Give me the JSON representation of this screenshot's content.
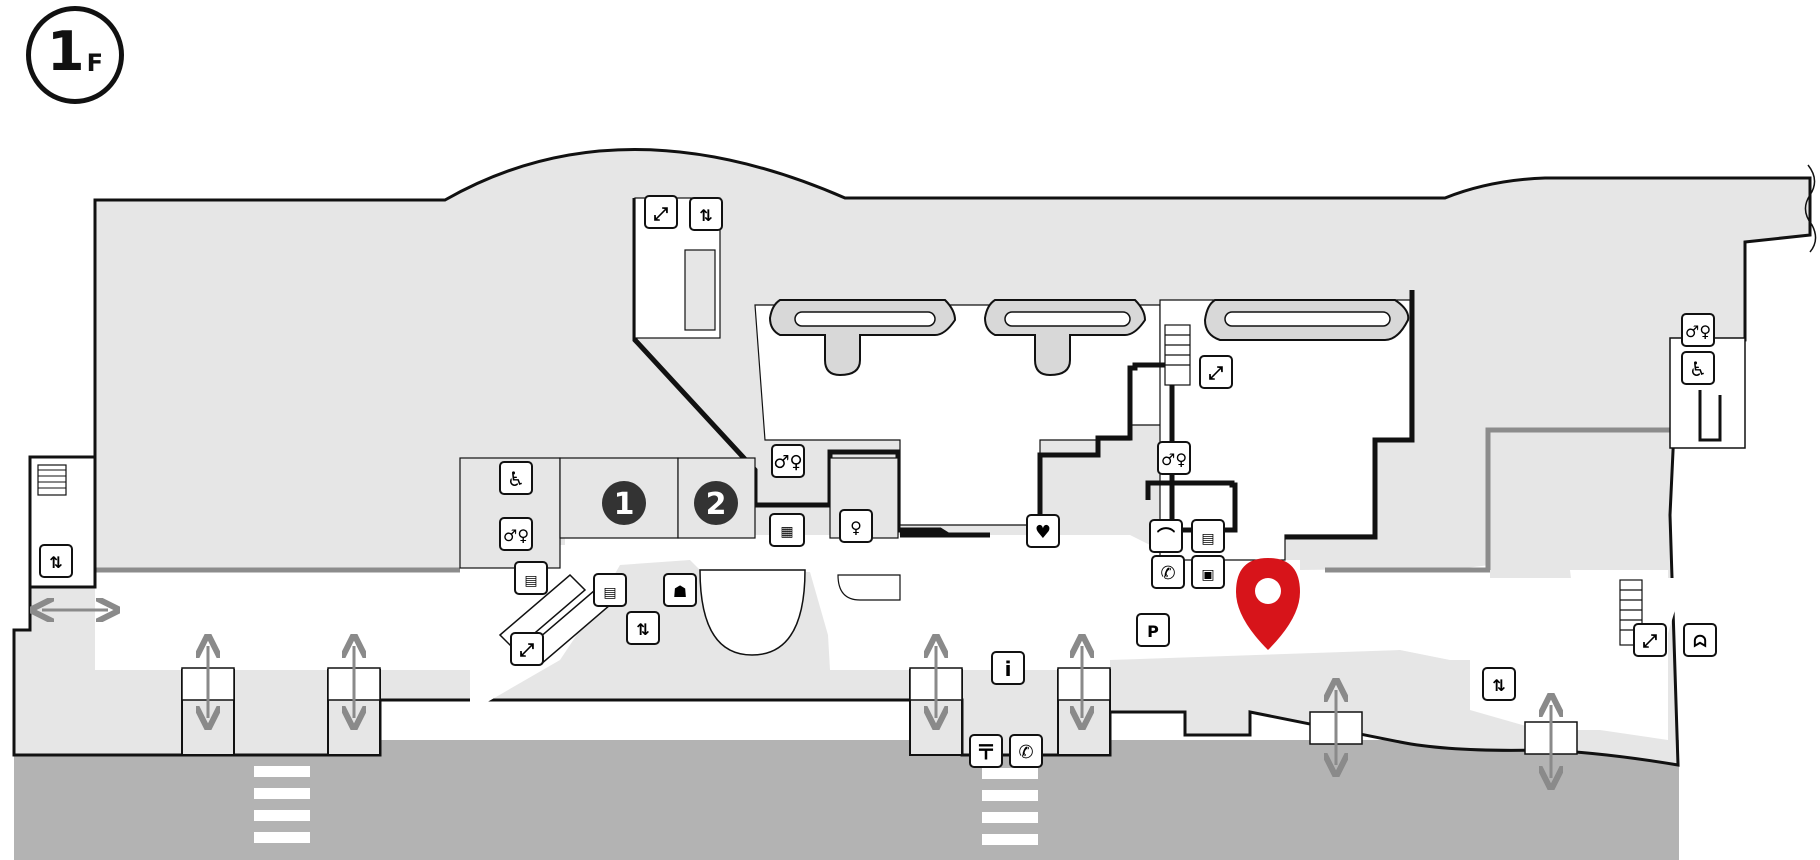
{
  "floor": {
    "number": "1",
    "letter": "F"
  },
  "zones": [
    {
      "label": "1"
    },
    {
      "label": "2"
    }
  ],
  "colors": {
    "floor_fill": "#e6e6e6",
    "corridor_fill": "#ffffff",
    "road_fill": "#b3b3b3",
    "wall": "#111111",
    "gray_wall": "#8c8c8c",
    "pin": "#d7141a",
    "zone_badge": "#333333"
  },
  "icons": [
    "escalator-icon",
    "elevator-icon",
    "restroom-icon",
    "accessible-restroom-icon",
    "vending-machine-icon",
    "reception-icon",
    "information-icon",
    "aed-icon",
    "cloakroom-icon",
    "phone-icon",
    "locker-icon",
    "parking-icon",
    "post-office-icon",
    "bicycle-parking-icon",
    "atm-icon",
    "entrance-arrow-icon",
    "current-location-pin-icon"
  ]
}
